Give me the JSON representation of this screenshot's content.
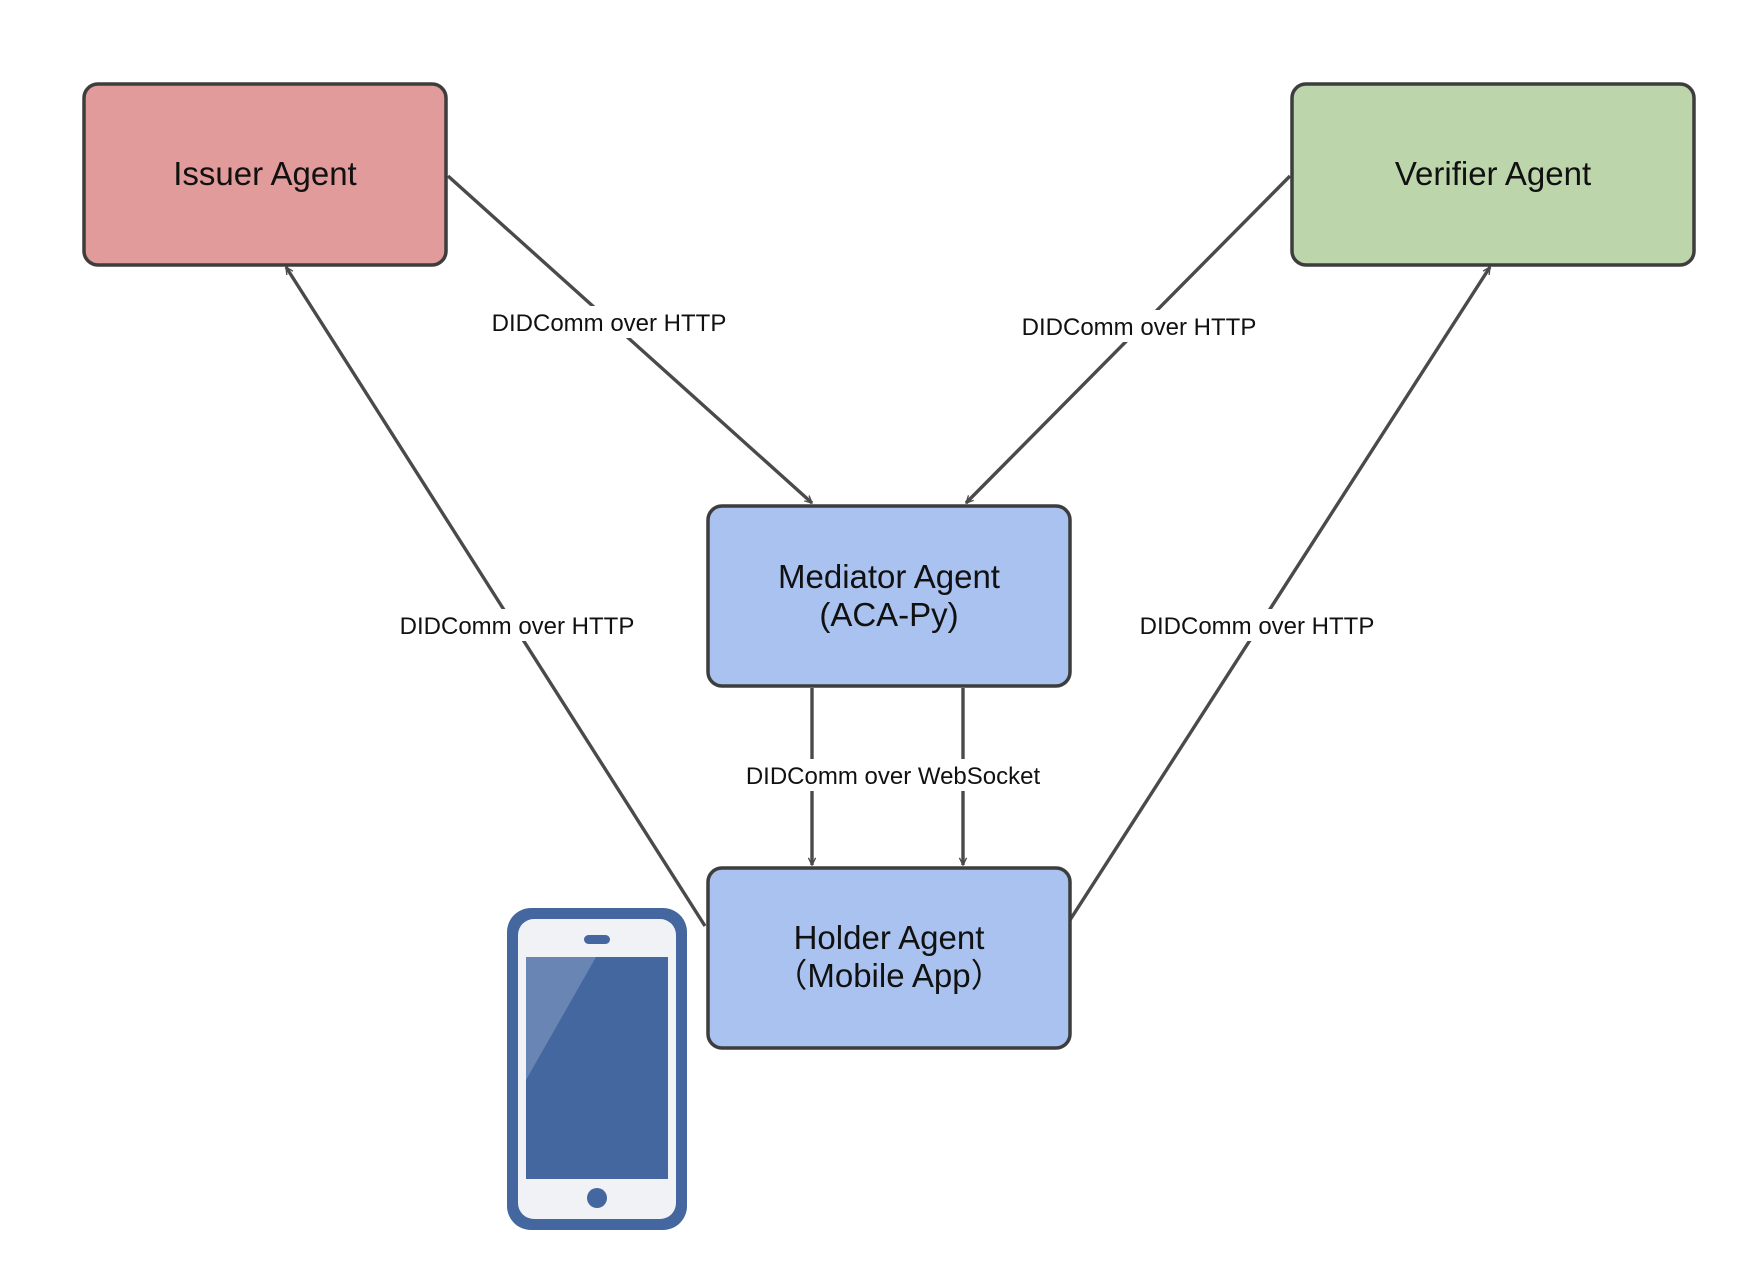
{
  "nodes": {
    "issuer": {
      "label": "Issuer Agent",
      "color": "#e09b9a"
    },
    "verifier": {
      "label": "Verifier Agent",
      "color": "#bcd5ab"
    },
    "mediator": {
      "line1": "Mediator Agent",
      "line2": "(ACA-Py)",
      "color": "#a9c2ef"
    },
    "holder": {
      "line1": "Holder Agent",
      "line2": "（Mobile App）",
      "color": "#a9c2ef"
    }
  },
  "edges": {
    "issuer_to_mediator": "DIDComm over HTTP",
    "verifier_to_mediator": "DIDComm over HTTP",
    "holder_to_issuer": "DIDComm over HTTP",
    "holder_to_verifier": "DIDComm over HTTP",
    "mediator_to_holder": "DIDComm over WebSocket"
  },
  "icons": {
    "phone": "mobile-phone-icon",
    "phone_color": "#4467a0"
  }
}
